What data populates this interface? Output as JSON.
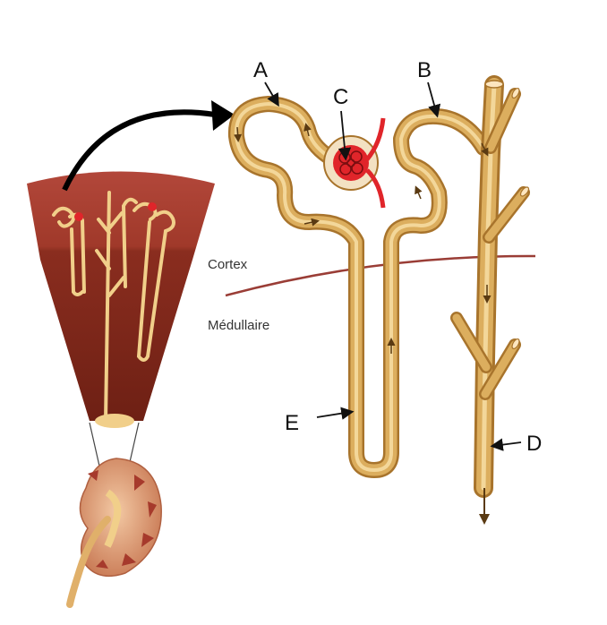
{
  "labels": {
    "A": "A",
    "B": "B",
    "C": "C",
    "D": "D",
    "E": "E"
  },
  "regions": {
    "cortex": "Cortex",
    "medulla": "Médullaire"
  },
  "colors": {
    "tubule": "#d9a552",
    "tubule_light": "#f1cf8a",
    "tubule_dark": "#a8742c",
    "tissue_cortex": "#a0392a",
    "tissue_medulla": "#7d2618",
    "blood": "#e0252a",
    "boundary_line": "#9a3d36",
    "arrow": "#111111"
  }
}
